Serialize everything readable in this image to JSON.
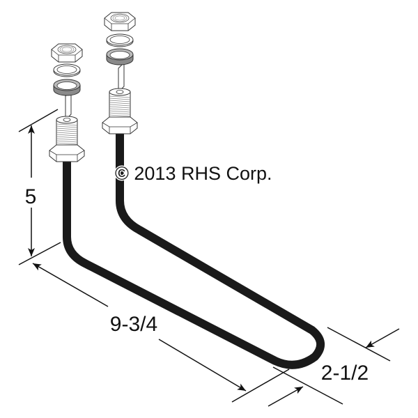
{
  "copyright": "© 2013 RHS Corp.",
  "dimensions": {
    "height": "5",
    "length": "9-3/4",
    "width": "2-1/2"
  },
  "colors": {
    "element": "#1a1a1a",
    "line": "#111111",
    "gasket": "#8a8a8a"
  }
}
